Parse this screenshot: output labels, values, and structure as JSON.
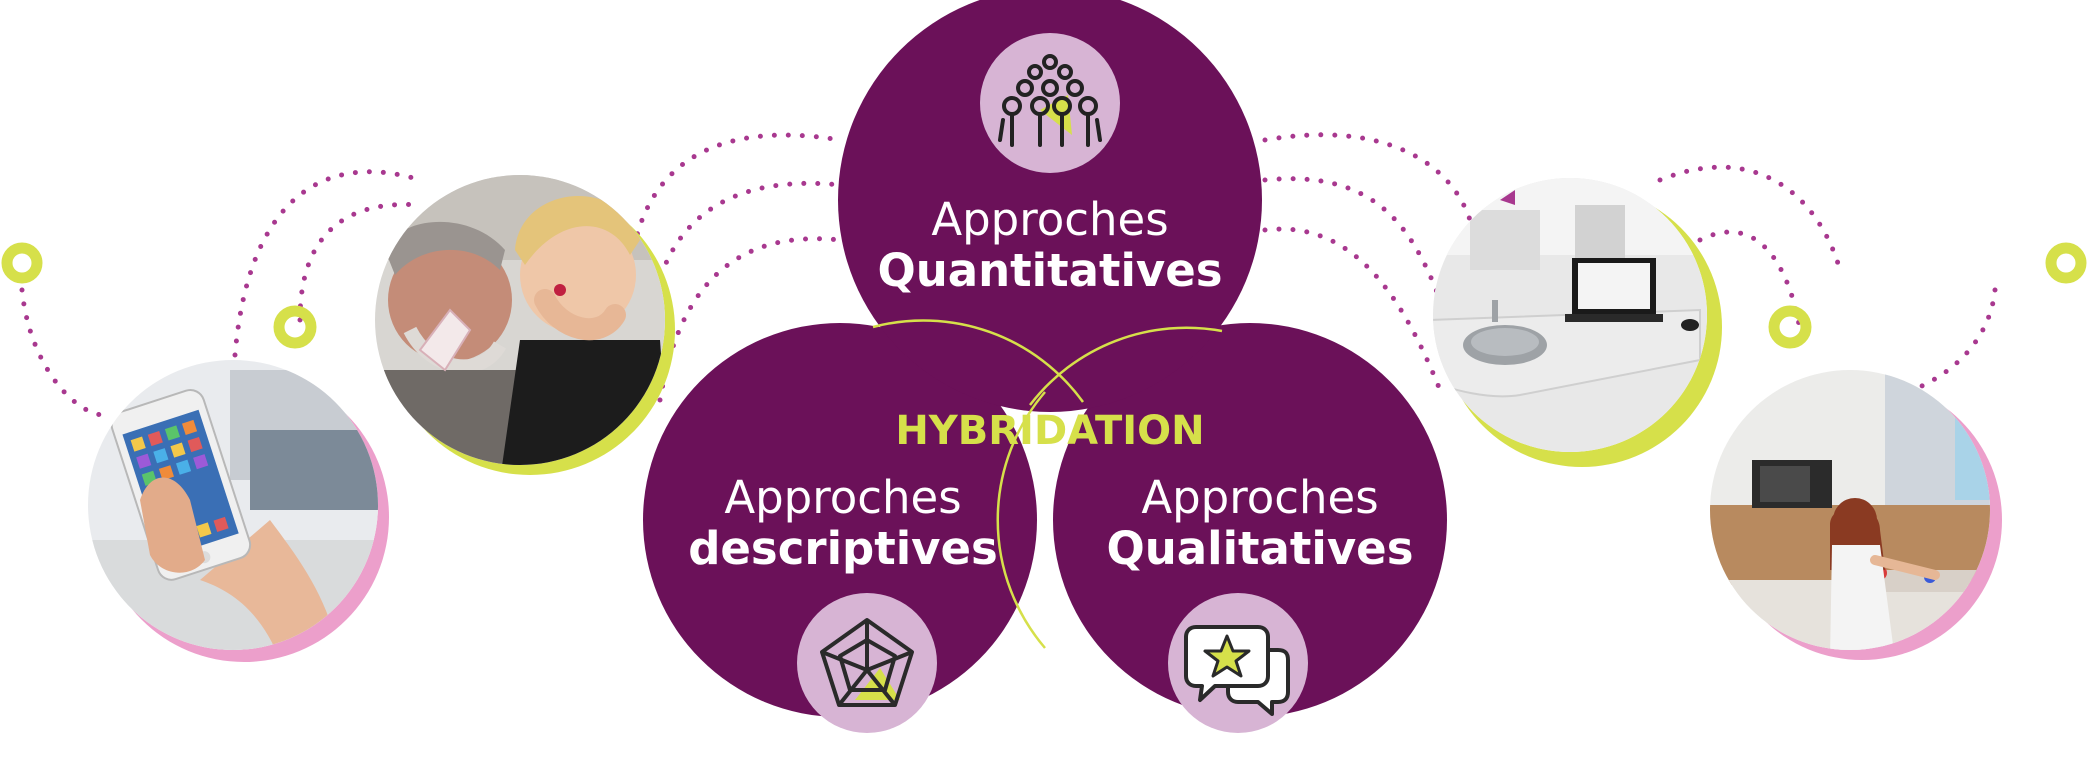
{
  "center_label": "HYBRIDATION",
  "circles": [
    {
      "id": "quantitatives",
      "line1": "Approches",
      "line2": "Quantitatives",
      "icon": "crowd-icon"
    },
    {
      "id": "descriptives",
      "line1": "Approches",
      "line2": "descriptives",
      "icon": "radar-chart-icon"
    },
    {
      "id": "qualitatives",
      "line1": "Approches",
      "line2": "Qualitatives",
      "icon": "speech-bubbles-star-icon"
    }
  ],
  "photos": [
    {
      "id": "smartphone",
      "subject": "hand holding smartphone"
    },
    {
      "id": "tasting",
      "subject": "man and boy tasting"
    },
    {
      "id": "bathroom-lab",
      "subject": "sink and laptop test room"
    },
    {
      "id": "kitchen-lab",
      "subject": "woman cooking in kitchen lab"
    }
  ],
  "colors": {
    "purple": "#6b1159",
    "lilac": "#d7b4d4",
    "lime": "#d6e04a",
    "pink": "#ec9fcb",
    "dots": "#a8388f",
    "white": "#ffffff"
  }
}
